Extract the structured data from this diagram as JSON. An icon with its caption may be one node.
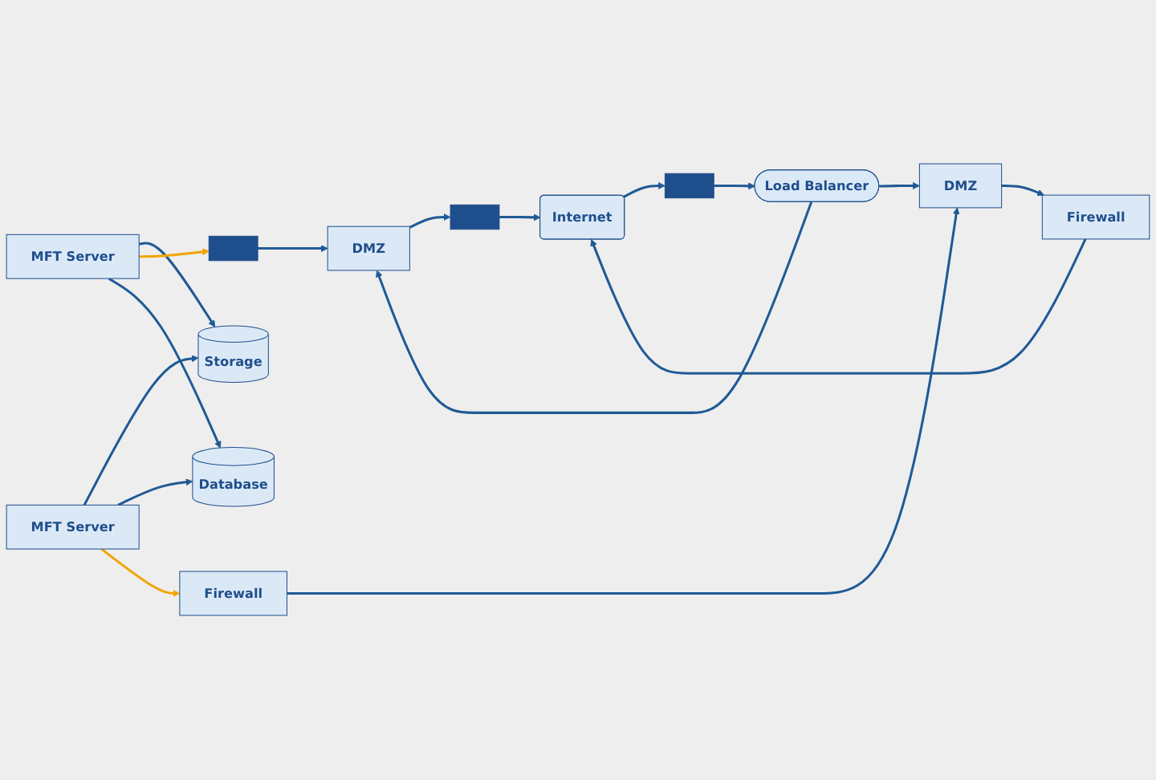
{
  "diagram": {
    "nodes": [
      {
        "text": [
          "Storage"
        ]
      },
      {
        "text": [
          "MFT Server"
        ]
      },
      {
        "text": [],
        "shape": "box"
      },
      {
        "text": [
          "DMZ"
        ]
      },
      {
        "text": [],
        "shape": "box"
      },
      {
        "text": [
          "Load Balancer"
        ]
      },
      {
        "text": [],
        "shape": "box"
      },
      {
        "text": [
          "Internet"
        ]
      },
      {
        "text": [
          "Database"
        ]
      },
      {
        "text": [
          "MFT Server"
        ]
      },
      {
        "text": [
          "Firewall"
        ]
      },
      {
        "text": [
          "DMZ"
        ]
      },
      {
        "text": [
          "Firewall"
        ]
      }
    ],
    "edges": [
      {
        "from": 1,
        "to": 0,
        "arrow": "to"
      },
      {
        "from": 1,
        "to": 2,
        "arrow": "to",
        "color": "#f0a500"
      },
      {
        "from": 2,
        "to": 3,
        "arrow": "to"
      },
      {
        "from": 3,
        "to": 4,
        "arrow": "to"
      },
      {
        "from": 4,
        "to": 7,
        "arrow": "to"
      },
      {
        "from": 7,
        "to": 6,
        "arrow": "to"
      },
      {
        "from": 6,
        "to": 5,
        "arrow": "to"
      },
      {
        "from": 5,
        "to": 3,
        "arrow": "to"
      },
      {
        "from": 5,
        "to": 11,
        "arrow": "to"
      },
      {
        "from": 1,
        "to": 8,
        "arrow": "to"
      },
      {
        "from": 9,
        "to": 0,
        "arrow": "to"
      },
      {
        "from": 9,
        "to": 8,
        "arrow": "to"
      },
      {
        "from": 9,
        "to": 10,
        "arrow": "to",
        "color": "#f0a500"
      },
      {
        "from": 10,
        "to": 11,
        "arrow": "to"
      },
      {
        "from": 11,
        "to": 12,
        "arrow": "to"
      },
      {
        "from": 12,
        "to": 7,
        "arrow": "to"
      }
    ]
  }
}
